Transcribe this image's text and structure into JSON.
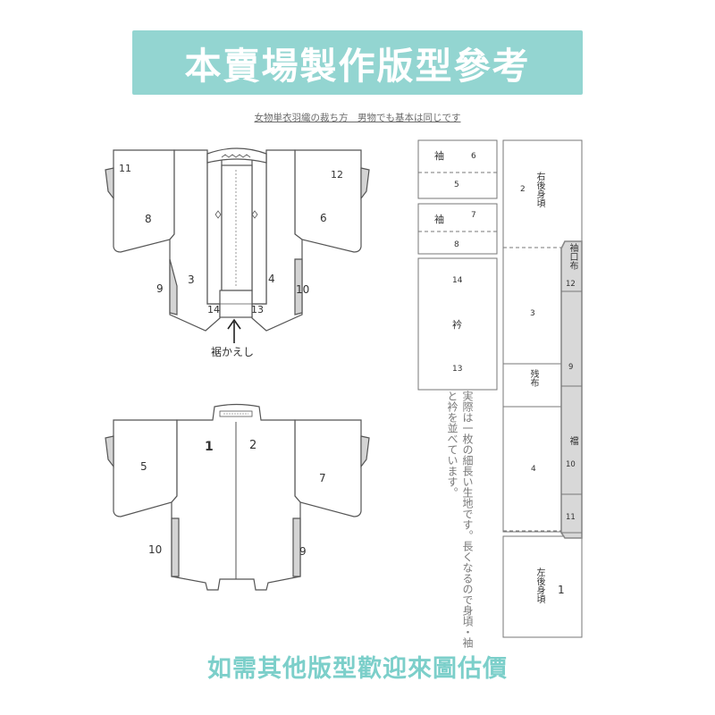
{
  "banner": {
    "title": "本賣場製作版型參考"
  },
  "subtitle": "女物単衣羽織の裁ち方　男物でも基本は同じです",
  "top_garment": {
    "labels": [
      "11",
      "12",
      "8",
      "6",
      "9",
      "3",
      "4",
      "10",
      "14",
      "13"
    ],
    "hem_note": "裾かえし"
  },
  "bottom_garment": {
    "labels": [
      "1",
      "2",
      "5",
      "7",
      "10",
      "9"
    ]
  },
  "cutting_layout": {
    "sleeve_a": {
      "name": "袖",
      "num_top": "6",
      "num_bottom": "5"
    },
    "sleeve_b": {
      "name": "袖",
      "num_top": "7",
      "num_bottom": "8"
    },
    "collar": {
      "num_top": "14",
      "name": "衿",
      "num_bottom": "13"
    },
    "right_back": {
      "num": "2",
      "name": "右後身頃"
    },
    "panel_3": {
      "num": "3"
    },
    "remnant": {
      "name": "残布"
    },
    "panel_4": {
      "num": "4"
    },
    "left_back": {
      "num": "1",
      "name": "左後身頃"
    },
    "cuff": {
      "name": "袖口布",
      "num": "12"
    },
    "panel_9": {
      "num": "9"
    },
    "gusset": {
      "name": "襠",
      "num": "10"
    },
    "panel_11": {
      "num": "11"
    },
    "note": "実際は一枚の細長い生地です。長くなるので身頃・袖と衿を並べています。"
  },
  "footer": {
    "text": "如需其他版型歡迎來圖估價"
  },
  "colors": {
    "banner": "#93d5d1",
    "footer_text": "#7ccfca",
    "line": "#555555",
    "shade": "#d4d4d4"
  }
}
